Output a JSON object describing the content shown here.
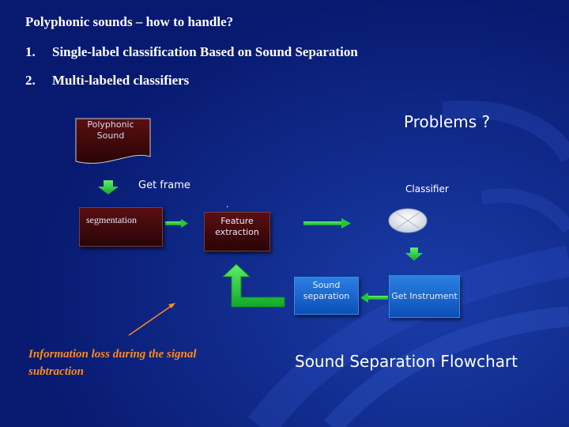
{
  "slide": {
    "title": "Polyphonic sounds – how to handle?",
    "items": [
      {
        "num": "1.",
        "text": "Single-label classification Based on Sound Separation"
      },
      {
        "num": "2.",
        "text": "Multi-labeled classifiers"
      }
    ]
  },
  "diagram": {
    "polyphonic_sound": "Polyphonic Sound",
    "get_frame": "Get frame",
    "segmentation": "segmentation",
    "feature_extraction": "Feature extraction",
    "feature_dot": ".",
    "classifier": "Classifier",
    "problems": "Problems ?",
    "get_instrument": "Get Instrument",
    "sound_separation": "Sound separation",
    "information_loss": "Information loss during the signal subtraction",
    "caption": "Sound Separation Flowchart"
  },
  "colors": {
    "background": "#0a1f7a",
    "arrow_green": "#22c93a",
    "note_orange": "#ff8a1e",
    "box_dark": "#3d080a",
    "box_blue": "#1a66d0"
  }
}
